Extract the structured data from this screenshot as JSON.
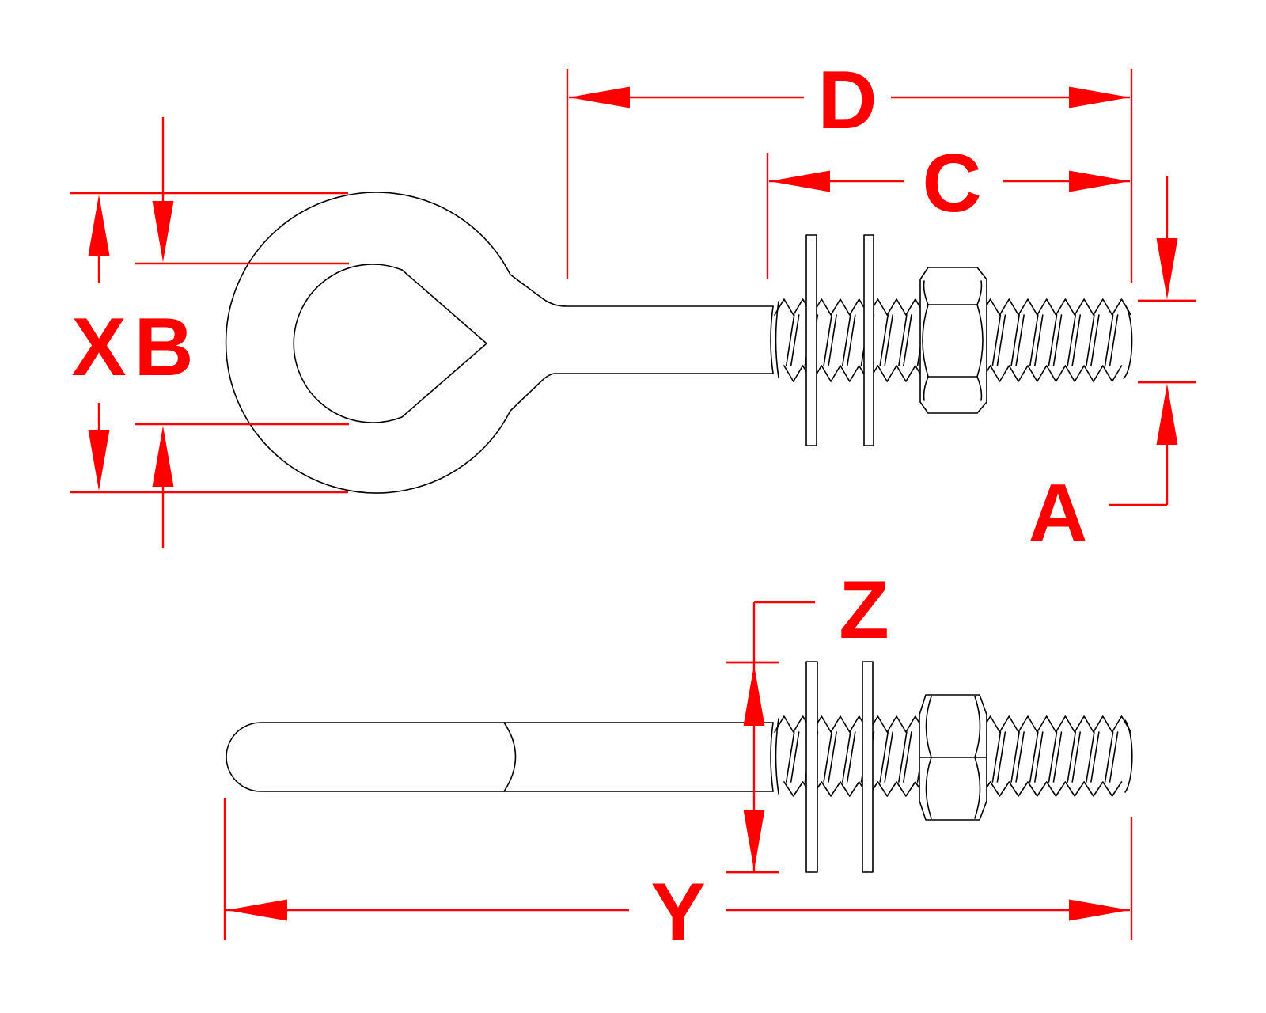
{
  "drawing": {
    "title": "Eye bolt dimensioned technical drawing, two views",
    "colors": {
      "background": "#ffffff",
      "geometry": "#000000",
      "dimension": "#ff0000"
    },
    "views": [
      {
        "id": "top-view",
        "description": "Eye bolt seen from top: eye ring, shank, threads, two flat washers, hex nut across corners"
      },
      {
        "id": "side-view",
        "description": "Eye bolt seen from the side: flat rod with rounded end, threads, two flat washers, hex nut across flats"
      }
    ],
    "dimension_labels": {
      "D": "D",
      "C": "C",
      "A": "A",
      "X": "X",
      "B": "B",
      "Z": "Z",
      "Y": "Y"
    }
  }
}
